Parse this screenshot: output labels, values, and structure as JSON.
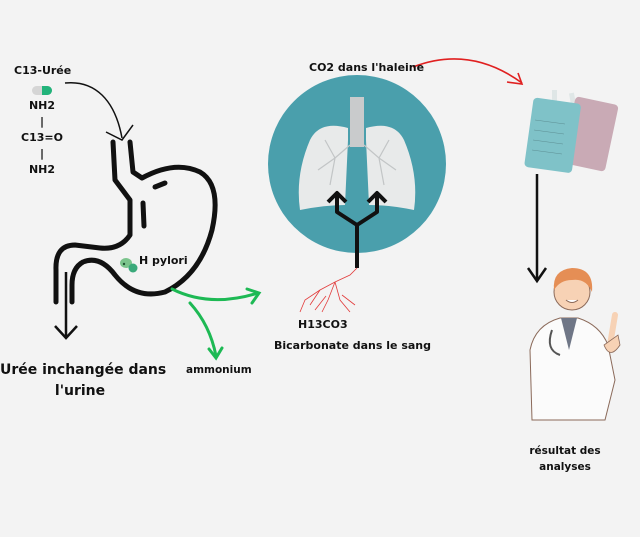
{
  "urea": {
    "title": "C13-Urée",
    "formula": [
      "NH2",
      "|",
      "C13=O",
      "|",
      "NH2"
    ]
  },
  "stomach": {
    "bacteria_label": "H pylori",
    "urine_label_line1": "Urée inchangée dans",
    "urine_label_line2": "l'urine",
    "ammonium_label": "ammonium"
  },
  "lungs": {
    "breath_label": "CO2 dans l'haleine",
    "h13co3_label": "H13CO3",
    "blood_label": "Bicarbonate dans le sang"
  },
  "result": {
    "label_line1": "résultat des",
    "label_line2": "analyses"
  },
  "colors": {
    "background": "#f3f3f3",
    "lung_circle": "#4a9fac",
    "green_arrow": "#1db954",
    "red_arrow": "#e02020",
    "blood_vessels": "#e23b3b"
  }
}
